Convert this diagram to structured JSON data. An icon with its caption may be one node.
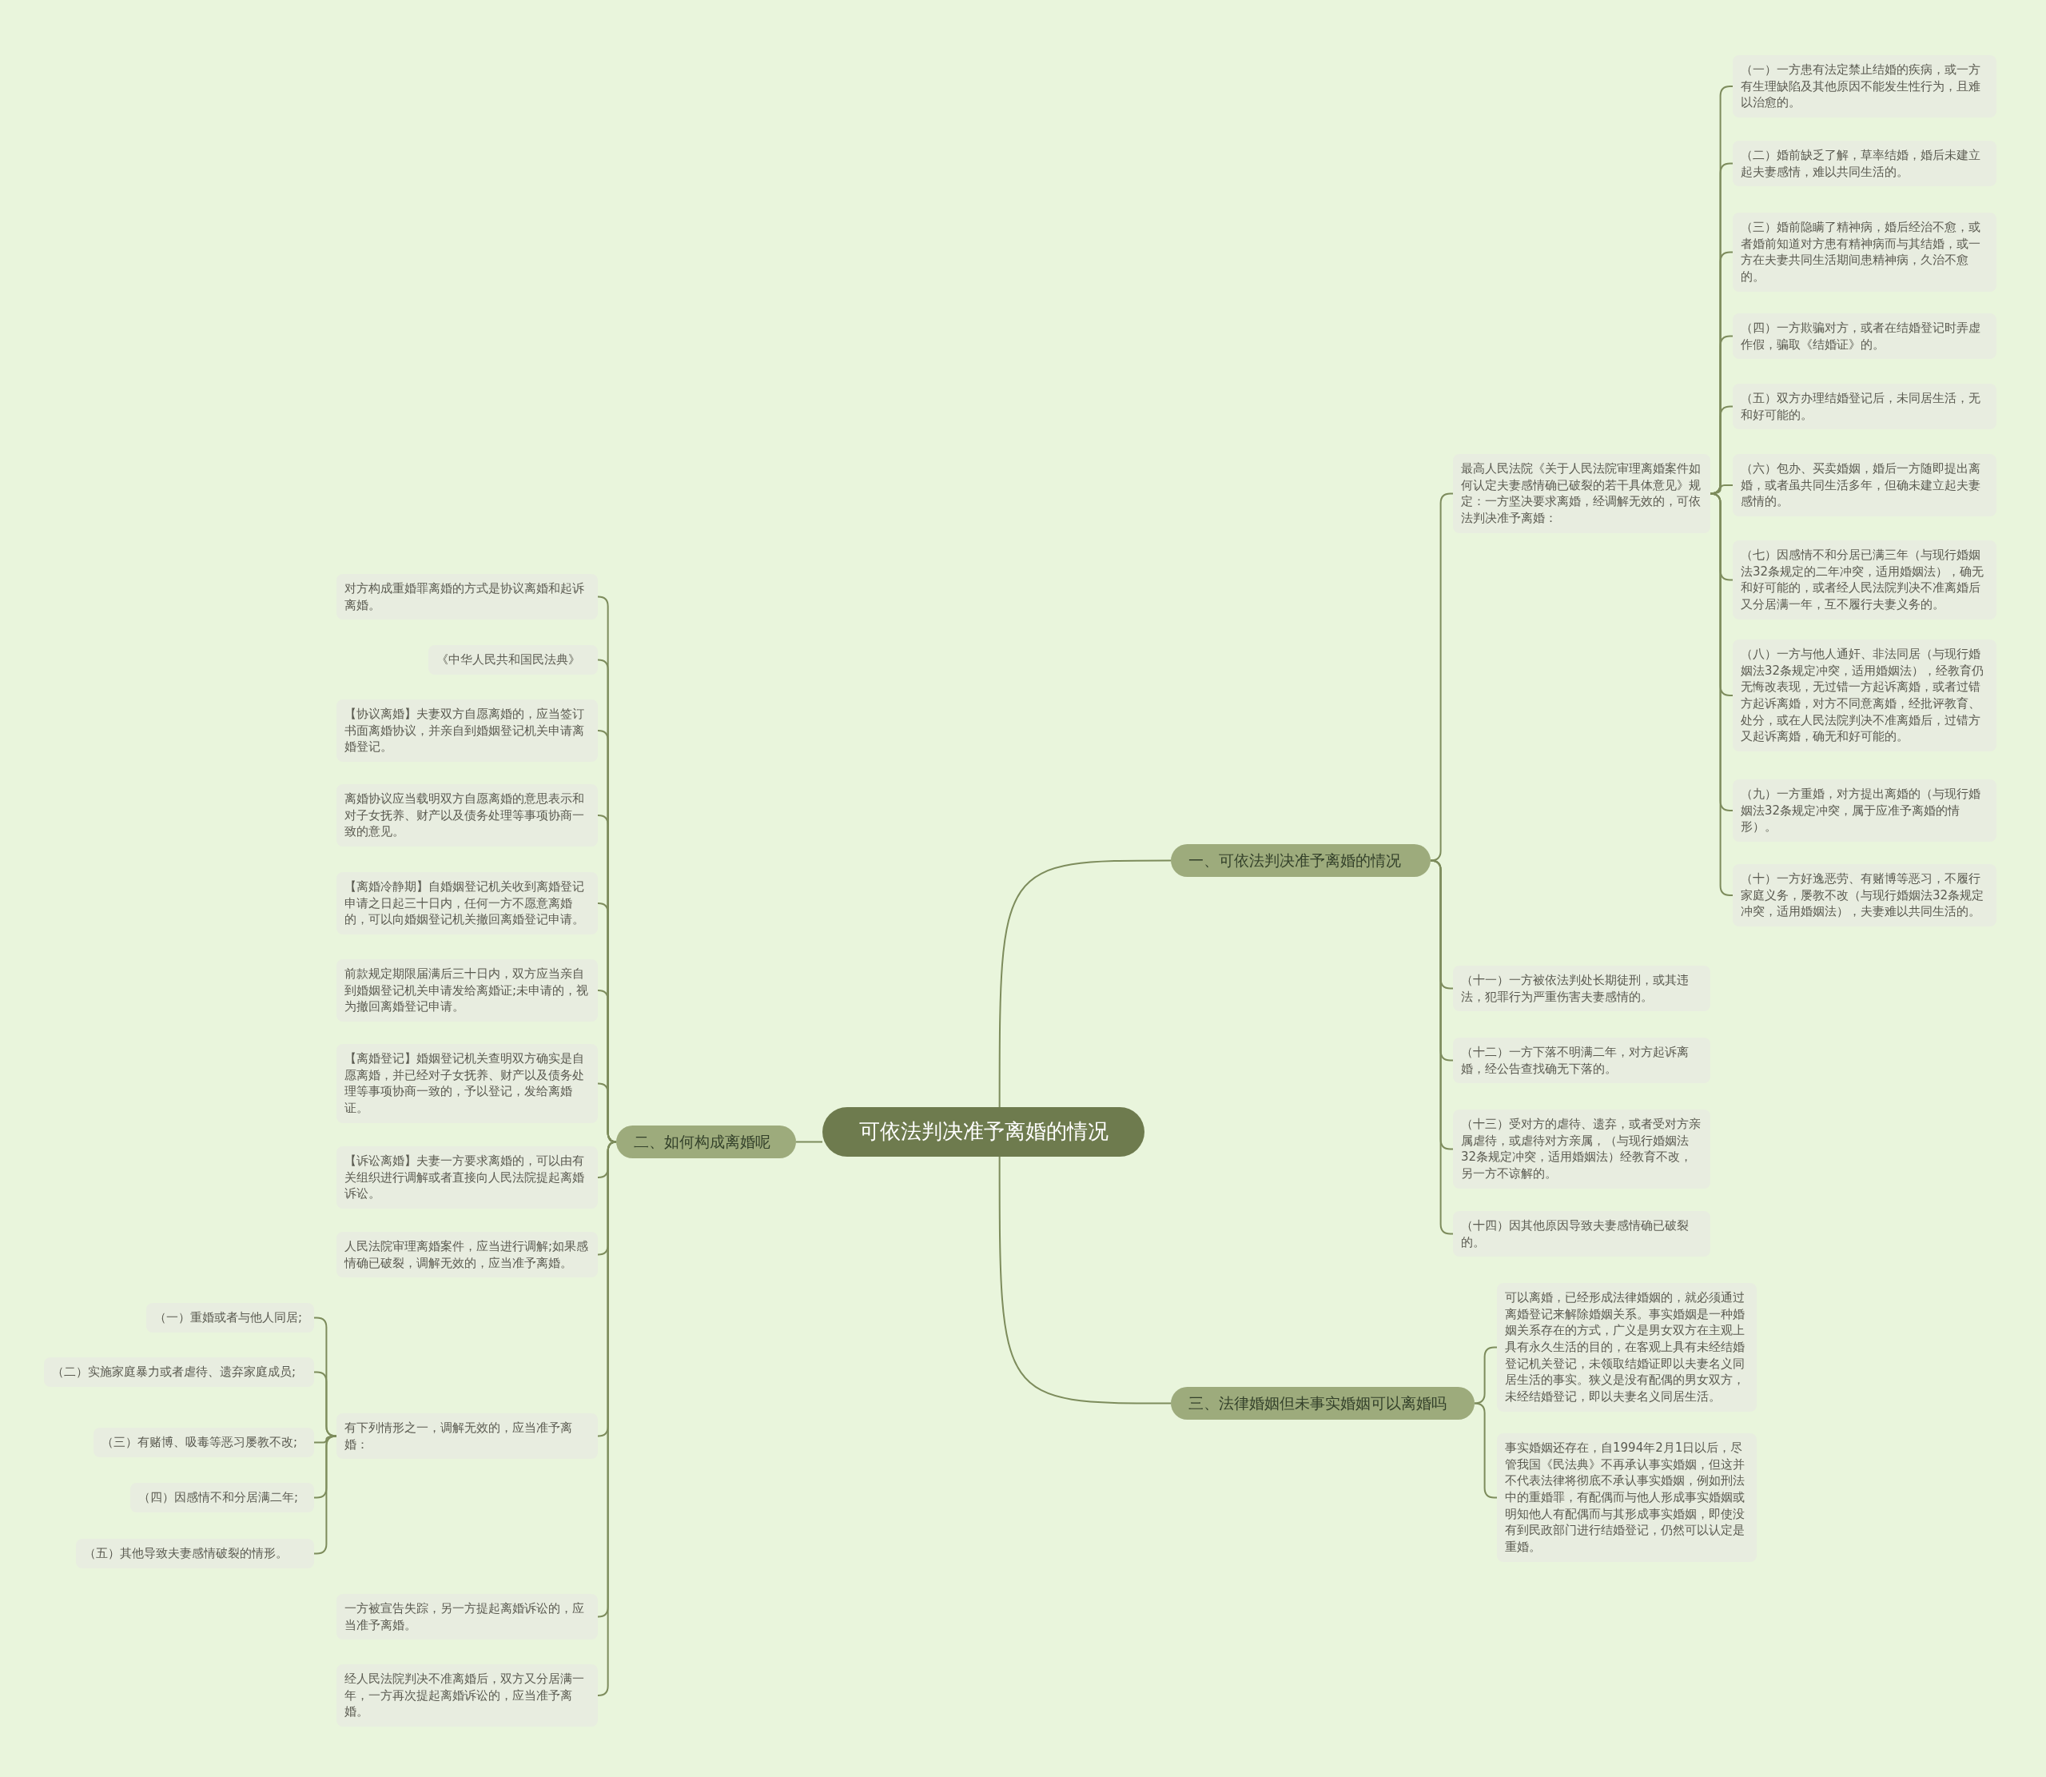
{
  "diagram": {
    "nodes": [
      {
        "text": [
          "可依法判决准予离婚的情况"
        ]
      },
      {
        "text": [
          "一、可依法判决准予离婚的情况"
        ]
      },
      {
        "text": [
          "最高人民法院《关于人民法院审理离婚案件如何认定夫妻感情确已破裂的若干具体意见》规定：一方坚决要求离婚，经调解无效的，可依法判决准予离婚："
        ]
      },
      {
        "text": [
          "（一）一方患有法定禁止结婚的疾病，或一方有生理缺陷及其他原因不能发生性行为，且难以治愈的。"
        ]
      },
      {
        "text": [
          "（二）婚前缺乏了解，草率结婚，婚后未建立起夫妻感情，难以共同生活的。"
        ]
      },
      {
        "text": [
          "（三）婚前隐瞒了精神病，婚后经治不愈，或者婚前知道对方患有精神病而与其结婚，或一方在夫妻共同生活期间患精神病，久治不愈的。"
        ]
      },
      {
        "text": [
          "（四）一方欺骗对方，或者在结婚登记时弄虚作假，骗取《结婚证》的。"
        ]
      },
      {
        "text": [
          "（五）双方办理结婚登记后，未同居生活，无和好可能的。"
        ]
      },
      {
        "text": [
          "（六）包办、买卖婚姻，婚后一方随即提出离婚，或者虽共同生活多年，但确未建立起夫妻感情的。"
        ]
      },
      {
        "text": [
          "（七）因感情不和分居已满三年（与现行婚姻法32条规定的二年冲突，适用婚姻法），确无和好可能的，或者经人民法院判决不准离婚后又分居满一年，互不履行夫妻义务的。"
        ]
      },
      {
        "text": [
          "（八）一方与他人通奸、非法同居（与现行婚姻法32条规定冲突，适用婚姻法），经教育仍无悔改表现，无过错一方起诉离婚，或者过错方起诉离婚，对方不同意离婚，经批评教育、处分，或在人民法院判决不准离婚后，过错方又起诉离婚，确无和好可能的。"
        ]
      },
      {
        "text": [
          "（九）一方重婚，对方提出离婚的（与现行婚姻法32条规定冲突，属于应准予离婚的情形）。"
        ]
      },
      {
        "text": [
          "（十）一方好逸恶劳、有赌博等恶习，不履行家庭义务，屡教不改（与现行婚姻法32条规定冲突，适用婚姻法），夫妻难以共同生活的。"
        ]
      },
      {
        "text": [
          "（十一）一方被依法判处长期徒刑，或其违法，犯罪行为严重伤害夫妻感情的。"
        ]
      },
      {
        "text": [
          "（十二）一方下落不明满二年，对方起诉离婚，经公告查找确无下落的。"
        ]
      },
      {
        "text": [
          "（十三）受对方的虐待、遗弃，或者受对方亲属虐待，或虐待对方亲属，（与现行婚姻法32条规定冲突，适用婚姻法）经教育不改，另一方不谅解的。"
        ]
      },
      {
        "text": [
          "（十四）因其他原因导致夫妻感情确已破裂的。"
        ]
      },
      {
        "text": [
          "三、法律婚姻但未事实婚姻可以离婚吗"
        ]
      },
      {
        "text": [
          "可以离婚，已经形成法律婚姻的，就必须通过离婚登记来解除婚姻关系。事实婚姻是一种婚姻关系存在的方式，广义是男女双方在主观上具有永久生活的目的，在客观上具有未经结婚登记机关登记，未领取结婚证即以夫妻名义同居生活的事实。狭义是没有配偶的男女双方，未经结婚登记，即以夫妻名义同居生活。"
        ]
      },
      {
        "text": [
          "事实婚姻还存在，自1994年2月1日以后，尽管我国《民法典》不再承认事实婚姻，但这并不代表法律将彻底不承认事实婚姻，例如刑法中的重婚罪，有配偶而与他人形成事实婚姻或明知他人有配偶而与其形成事实婚姻，即使没有到民政部门进行结婚登记，仍然可以认定是重婚。"
        ]
      },
      {
        "text": [
          "二、如何构成离婚呢"
        ]
      },
      {
        "text": [
          "对方构成重婚罪离婚的方式是协议离婚和起诉离婚。"
        ]
      },
      {
        "text": [
          "《中华人民共和国民法典》"
        ]
      },
      {
        "text": [
          "【协议离婚】夫妻双方自愿离婚的，应当签订书面离婚协议，并亲自到婚姻登记机关申请离婚登记。"
        ]
      },
      {
        "text": [
          "离婚协议应当载明双方自愿离婚的意思表示和对子女抚养、财产以及债务处理等事项协商一致的意见。"
        ]
      },
      {
        "text": [
          "【离婚冷静期】自婚姻登记机关收到离婚登记申请之日起三十日内，任何一方不愿意离婚的，可以向婚姻登记机关撤回离婚登记申请。"
        ]
      },
      {
        "text": [
          "前款规定期限届满后三十日内，双方应当亲自到婚姻登记机关申请发给离婚证;未申请的，视为撤回离婚登记申请。"
        ]
      },
      {
        "text": [
          "【离婚登记】婚姻登记机关查明双方确实是自愿离婚，并已经对子女抚养、财产以及债务处理等事项协商一致的，予以登记，发给离婚证。"
        ]
      },
      {
        "text": [
          "【诉讼离婚】夫妻一方要求离婚的，可以由有关组织进行调解或者直接向人民法院提起离婚诉讼。"
        ]
      },
      {
        "text": [
          "人民法院审理离婚案件，应当进行调解;如果感情确已破裂，调解无效的，应当准予离婚。"
        ]
      },
      {
        "text": [
          "有下列情形之一，调解无效的，应当准予离婚："
        ]
      },
      {
        "text": [
          "（一）重婚或者与他人同居;"
        ]
      },
      {
        "text": [
          "（二）实施家庭暴力或者虐待、遗弃家庭成员;"
        ]
      },
      {
        "text": [
          "（三）有赌博、吸毒等恶习屡教不改;"
        ]
      },
      {
        "text": [
          "（四）因感情不和分居满二年;"
        ]
      },
      {
        "text": [
          "（五）其他导致夫妻感情破裂的情形。"
        ]
      },
      {
        "text": [
          "一方被宣告失踪，另一方提起离婚诉讼的，应当准予离婚。"
        ]
      },
      {
        "text": [
          "经人民法院判决不准离婚后，双方又分居满一年，一方再次提起离婚诉讼的，应当准予离婚。"
        ]
      }
    ],
    "edges": [
      {
        "from": 0,
        "to": 1,
        "arrow": "none"
      },
      {
        "from": 1,
        "to": 2,
        "arrow": "none"
      },
      {
        "from": 2,
        "to": 3,
        "arrow": "none"
      },
      {
        "from": 2,
        "to": 4,
        "arrow": "none"
      },
      {
        "from": 2,
        "to": 5,
        "arrow": "none"
      },
      {
        "from": 2,
        "to": 6,
        "arrow": "none"
      },
      {
        "from": 2,
        "to": 7,
        "arrow": "none"
      },
      {
        "from": 2,
        "to": 8,
        "arrow": "none"
      },
      {
        "from": 2,
        "to": 9,
        "arrow": "none"
      },
      {
        "from": 2,
        "to": 10,
        "arrow": "none"
      },
      {
        "from": 2,
        "to": 11,
        "arrow": "none"
      },
      {
        "from": 2,
        "to": 12,
        "arrow": "none"
      },
      {
        "from": 1,
        "to": 13,
        "arrow": "none"
      },
      {
        "from": 1,
        "to": 14,
        "arrow": "none"
      },
      {
        "from": 1,
        "to": 15,
        "arrow": "none"
      },
      {
        "from": 1,
        "to": 16,
        "arrow": "none"
      },
      {
        "from": 0,
        "to": 17,
        "arrow": "none"
      },
      {
        "from": 17,
        "to": 18,
        "arrow": "none"
      },
      {
        "from": 17,
        "to": 19,
        "arrow": "none"
      },
      {
        "from": 0,
        "to": 20,
        "arrow": "none"
      },
      {
        "from": 20,
        "to": 21,
        "arrow": "none"
      },
      {
        "from": 20,
        "to": 22,
        "arrow": "none"
      },
      {
        "from": 20,
        "to": 23,
        "arrow": "none"
      },
      {
        "from": 20,
        "to": 24,
        "arrow": "none"
      },
      {
        "from": 20,
        "to": 25,
        "arrow": "none"
      },
      {
        "from": 20,
        "to": 26,
        "arrow": "none"
      },
      {
        "from": 20,
        "to": 27,
        "arrow": "none"
      },
      {
        "from": 20,
        "to": 28,
        "arrow": "none"
      },
      {
        "from": 20,
        "to": 29,
        "arrow": "none"
      },
      {
        "from": 20,
        "to": 30,
        "arrow": "none"
      },
      {
        "from": 30,
        "to": 31,
        "arrow": "none"
      },
      {
        "from": 30,
        "to": 32,
        "arrow": "none"
      },
      {
        "from": 30,
        "to": 33,
        "arrow": "none"
      },
      {
        "from": 30,
        "to": 34,
        "arrow": "none"
      },
      {
        "from": 30,
        "to": 35,
        "arrow": "none"
      },
      {
        "from": 20,
        "to": 36,
        "arrow": "none"
      },
      {
        "from": 20,
        "to": 37,
        "arrow": "none"
      }
    ]
  }
}
